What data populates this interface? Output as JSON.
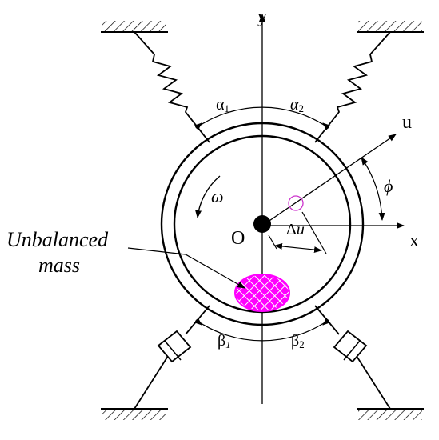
{
  "labels": {
    "axis_y": "y",
    "axis_x": "x",
    "axis_u": "u",
    "origin": "O",
    "omega": "ω",
    "phi": "ϕ",
    "delta": "Δ",
    "delta_var": "u",
    "alpha": "α",
    "alpha1_sub": "1",
    "alpha2_sub": "2",
    "beta": "β",
    "beta1_sub": "1",
    "beta2_sub": "2",
    "unbalanced_line1": "Unbalanced",
    "unbalanced_line2": "mass"
  },
  "colors": {
    "stroke": "#000000",
    "mass": "#ff00ff",
    "marker_circle": "#cc33cc"
  }
}
